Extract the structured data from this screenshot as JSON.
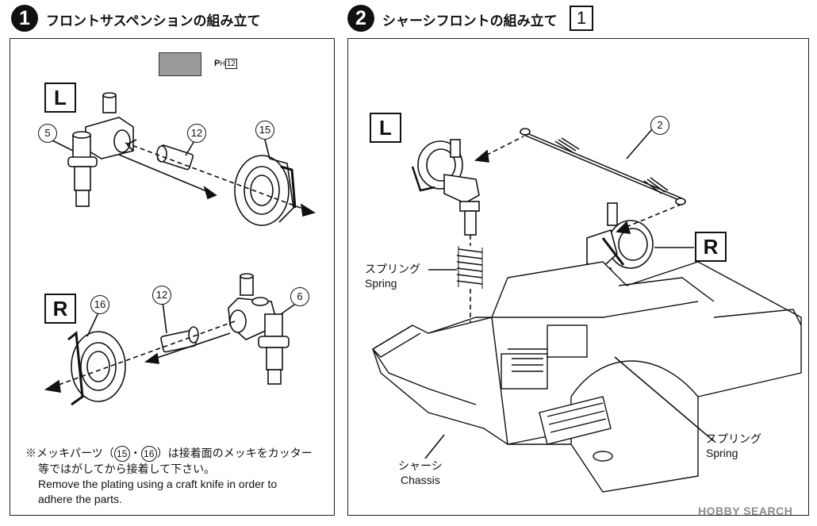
{
  "step1": {
    "number": "1",
    "title": "フロントサスペンションの組み立て"
  },
  "step2": {
    "number": "2",
    "title": "シャーシフロントの組み立て",
    "box": "1"
  },
  "paint": {
    "letter": "P",
    "sub": "H",
    "code": "12"
  },
  "side_tags": {
    "left": "L",
    "right": "R"
  },
  "parts": {
    "p5": "5",
    "p6": "6",
    "p12": "12",
    "p15": "15",
    "p16": "16",
    "p2": "2"
  },
  "labels": {
    "spring_jp": "スプリング",
    "spring_en": "Spring",
    "chassis_jp": "シャーシ",
    "chassis_en": "Chassis"
  },
  "note": {
    "jp_line1_a": "※メッキパーツ（",
    "jp_line1_b": "・",
    "jp_line1_c": "）は接着面のメッキをカッター",
    "jp_line2": "等ではがしてから接着して下さい。",
    "en_line1": "Remove the plating using a craft knife in order to",
    "en_line2": "adhere the parts."
  },
  "watermark": {
    "brand": "HOBBY SEARCH"
  }
}
